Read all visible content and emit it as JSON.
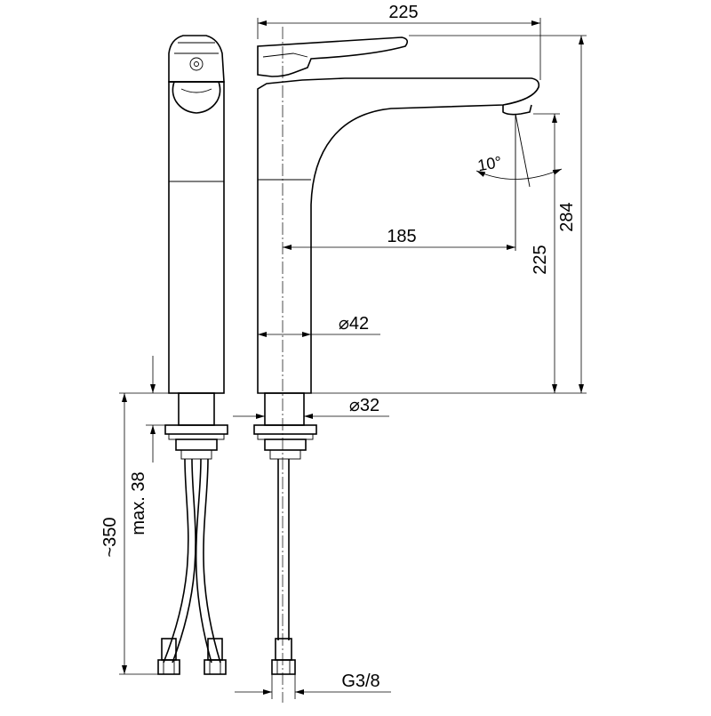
{
  "dimensions": {
    "total_length": "225",
    "spout_reach": "185",
    "spout_height": "225",
    "total_height": "284",
    "body_diameter": "⌀42",
    "base_diameter": "⌀32",
    "spout_angle": "10°",
    "hose_length": "~350",
    "max_counter_thickness": "max. 38",
    "thread": "G3/8"
  }
}
